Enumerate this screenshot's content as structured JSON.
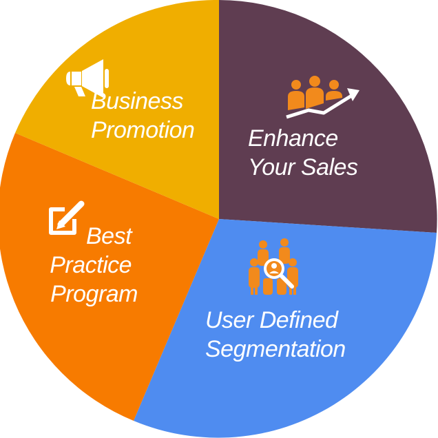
{
  "diagram": {
    "segments": [
      {
        "id": "enhance-sales",
        "lines": [
          "Enhance",
          "Your Sales"
        ],
        "color": "#5f3d51",
        "icon": "sales-growth-icon",
        "icon_color": "#f28a1c"
      },
      {
        "id": "user-segmentation",
        "lines": [
          "User Defined",
          "Segmentation"
        ],
        "color": "#4f8cf0",
        "icon": "user-search-icon",
        "icon_color": "#f28a1c"
      },
      {
        "id": "best-practice",
        "lines": [
          "Best",
          "Practice",
          "Program"
        ],
        "color": "#f77b00",
        "icon": "edit-icon",
        "icon_color": "#ffffff"
      },
      {
        "id": "business-promotion",
        "lines": [
          "Business",
          "Promotion"
        ],
        "color": "#f0ae00",
        "icon": "megaphone-icon",
        "icon_color": "#ffffff"
      }
    ]
  }
}
